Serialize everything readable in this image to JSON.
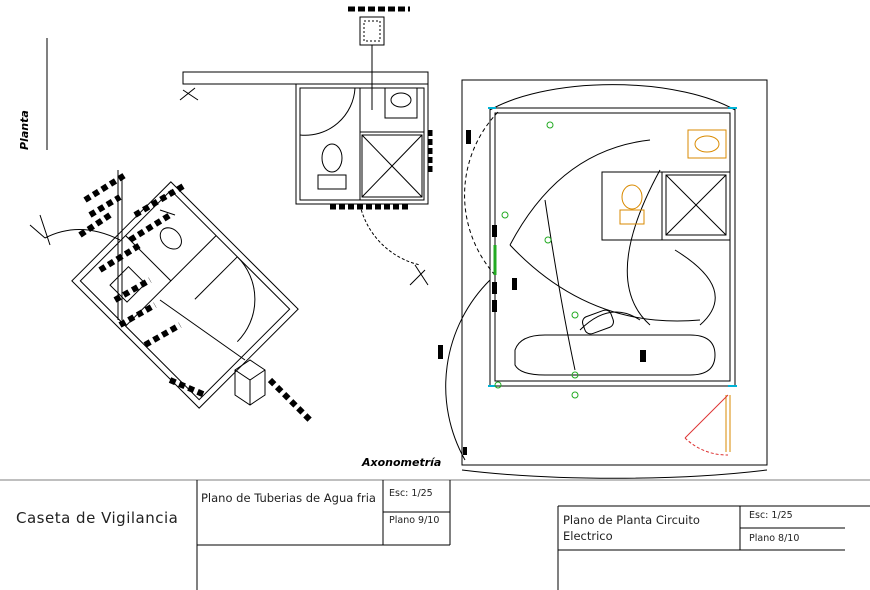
{
  "drawing": {
    "label_planta": "Planta",
    "label_axonometria": "Axonometría"
  },
  "title_block": {
    "project_title": "Caseta de Vigilancia",
    "sheet_water": {
      "title": "Plano de Tuberias de Agua fria",
      "scale": "Esc: 1/25",
      "plan_no": "Plano 9/10"
    },
    "sheet_electric": {
      "title_line1": "Plano de Planta Circuito",
      "title_line2": "Electrico",
      "scale": "Esc: 1/25",
      "plan_no": "Plano 8/10"
    }
  },
  "colors": {
    "line": "#000000",
    "fixture_orange": "#d98a00",
    "fixture_green": "#22aa22",
    "door_red": "#dd3333",
    "wall_cyan": "#00b3d6"
  }
}
